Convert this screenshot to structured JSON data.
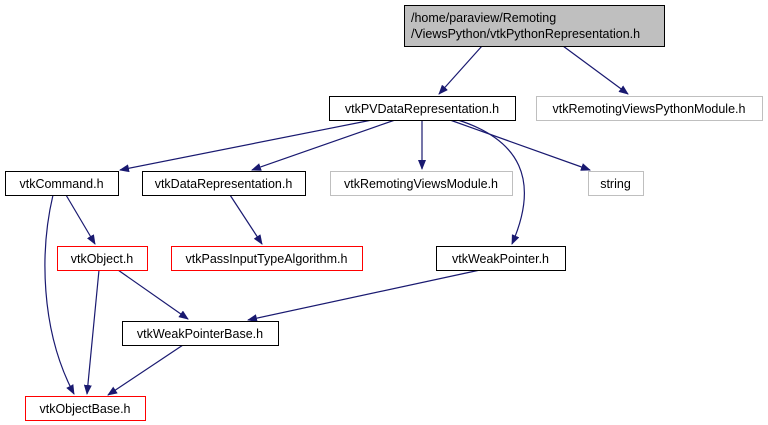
{
  "colors": {
    "edge": "#191970",
    "root_fill": "#bfbfbf",
    "normal_border": "#000000",
    "missing_border": "#bfbfbf",
    "incomplete_border": "#ff0000"
  },
  "nodes": [
    {
      "id": "root",
      "lines": [
        "/home/paraview/Remoting",
        "/ViewsPython/vtkPythonRepresentation.h"
      ],
      "kind": "root"
    },
    {
      "id": "pvdata",
      "lines": [
        "vtkPVDataRepresentation.h"
      ],
      "kind": "normal"
    },
    {
      "id": "rvpython",
      "lines": [
        "vtkRemotingViewsPythonModule.h"
      ],
      "kind": "missing"
    },
    {
      "id": "command",
      "lines": [
        "vtkCommand.h"
      ],
      "kind": "normal"
    },
    {
      "id": "datarep",
      "lines": [
        "vtkDataRepresentation.h"
      ],
      "kind": "normal"
    },
    {
      "id": "rvmodule",
      "lines": [
        "vtkRemotingViewsModule.h"
      ],
      "kind": "missing"
    },
    {
      "id": "string",
      "lines": [
        "string"
      ],
      "kind": "missing"
    },
    {
      "id": "object",
      "lines": [
        "vtkObject.h"
      ],
      "kind": "incomplete"
    },
    {
      "id": "passinput",
      "lines": [
        "vtkPassInputTypeAlgorithm.h"
      ],
      "kind": "incomplete"
    },
    {
      "id": "weakptr",
      "lines": [
        "vtkWeakPointer.h"
      ],
      "kind": "normal"
    },
    {
      "id": "weakptrbase",
      "lines": [
        "vtkWeakPointerBase.h"
      ],
      "kind": "normal"
    },
    {
      "id": "objectbase",
      "lines": [
        "vtkObjectBase.h"
      ],
      "kind": "incomplete"
    }
  ],
  "edges": [
    [
      "root",
      "pvdata"
    ],
    [
      "root",
      "rvpython"
    ],
    [
      "pvdata",
      "command"
    ],
    [
      "pvdata",
      "datarep"
    ],
    [
      "pvdata",
      "rvmodule"
    ],
    [
      "pvdata",
      "string"
    ],
    [
      "pvdata",
      "weakptr"
    ],
    [
      "command",
      "object"
    ],
    [
      "command",
      "objectbase"
    ],
    [
      "datarep",
      "passinput"
    ],
    [
      "object",
      "weakptrbase"
    ],
    [
      "object",
      "objectbase"
    ],
    [
      "weakptr",
      "weakptrbase"
    ],
    [
      "weakptrbase",
      "objectbase"
    ]
  ]
}
